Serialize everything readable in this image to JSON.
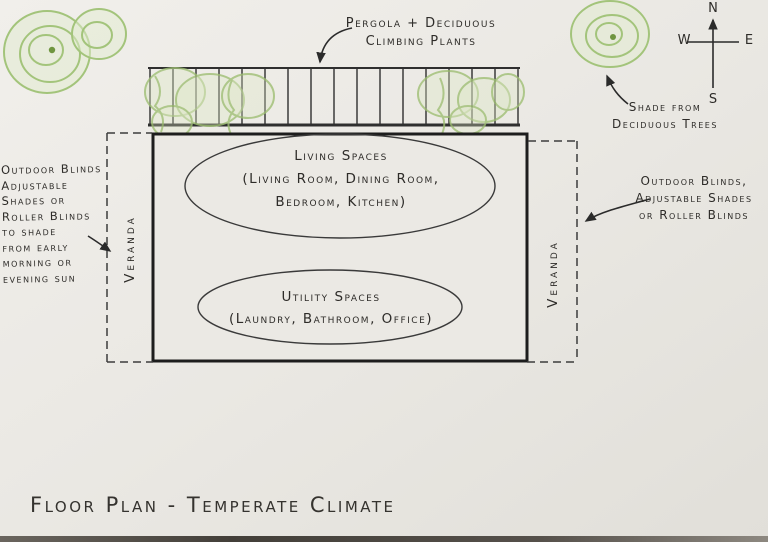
{
  "title": "Floor Plan - Temperate Climate",
  "compass": {
    "north": "N",
    "south": "S",
    "east": "E",
    "west": "W"
  },
  "pergola_label": {
    "line1": "Pergola + Deciduous",
    "line2": "Climbing Plants"
  },
  "shade_note": {
    "line1": "Shade from",
    "line2": "Deciduous Trees"
  },
  "living_spaces": {
    "line1": "Living Spaces",
    "line2": "(Living Room, Dining Room,",
    "line3": "Bedroom, Kitchen)"
  },
  "utility_spaces": {
    "line1": "Utility Spaces",
    "line2": "(Laundry, Bathroom, Office)"
  },
  "veranda_left_label": "Veranda",
  "veranda_right_label": "Veranda",
  "left_note": {
    "lines": [
      "Outdoor Blinds",
      "Adjustable",
      "Shades or",
      "Roller Blinds",
      "to shade",
      "from early",
      "morning or",
      "evening sun"
    ]
  },
  "right_note": {
    "lines": [
      "Outdoor Blinds,",
      "Adjustable Shades",
      "or Roller Blinds"
    ]
  },
  "colors": {
    "ink": "#2b2b2b",
    "tree_green": "#a3c47b",
    "tree_dot": "#6f9540",
    "paper": "#e9e7e2"
  }
}
